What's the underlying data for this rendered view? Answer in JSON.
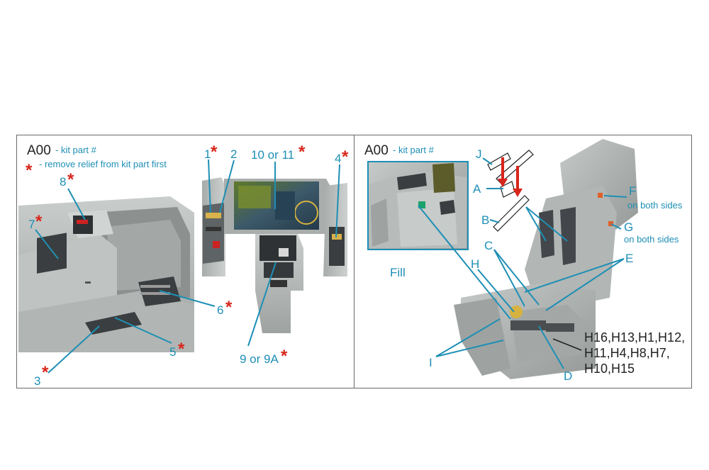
{
  "left_panel": {
    "legend": {
      "code": "A00",
      "code_note": "- kit part #",
      "asterisk": "*",
      "asterisk_note": "- remove relief from kit part first"
    },
    "callouts": {
      "c1": "1",
      "c2": "2",
      "c3": "3",
      "c4": "4",
      "c5": "5",
      "c6": "6",
      "c7": "7",
      "c8": "8",
      "c9": "9 or 9A",
      "c10": "10 or 11"
    }
  },
  "right_panel": {
    "legend": {
      "code": "A00",
      "code_note": "- kit part #"
    },
    "callouts": {
      "A": "A",
      "B": "B",
      "C": "C",
      "D": "D",
      "E": "E",
      "F": "F",
      "F_note": "on both sides",
      "G": "G",
      "G_note": "on both sides",
      "H": "H",
      "I": "I",
      "J": "J",
      "fill": "Fill"
    },
    "part_codes": {
      "line1": "H16,H13,H1,H12,",
      "line2": "H11,H4,H8,H7,",
      "line3": "H10,H15"
    }
  },
  "colors": {
    "leader": "#1e8fb5",
    "asterisk": "#d8261c",
    "frame": "#6a6a6a",
    "cockpit_grey": "#b4b8b6"
  }
}
